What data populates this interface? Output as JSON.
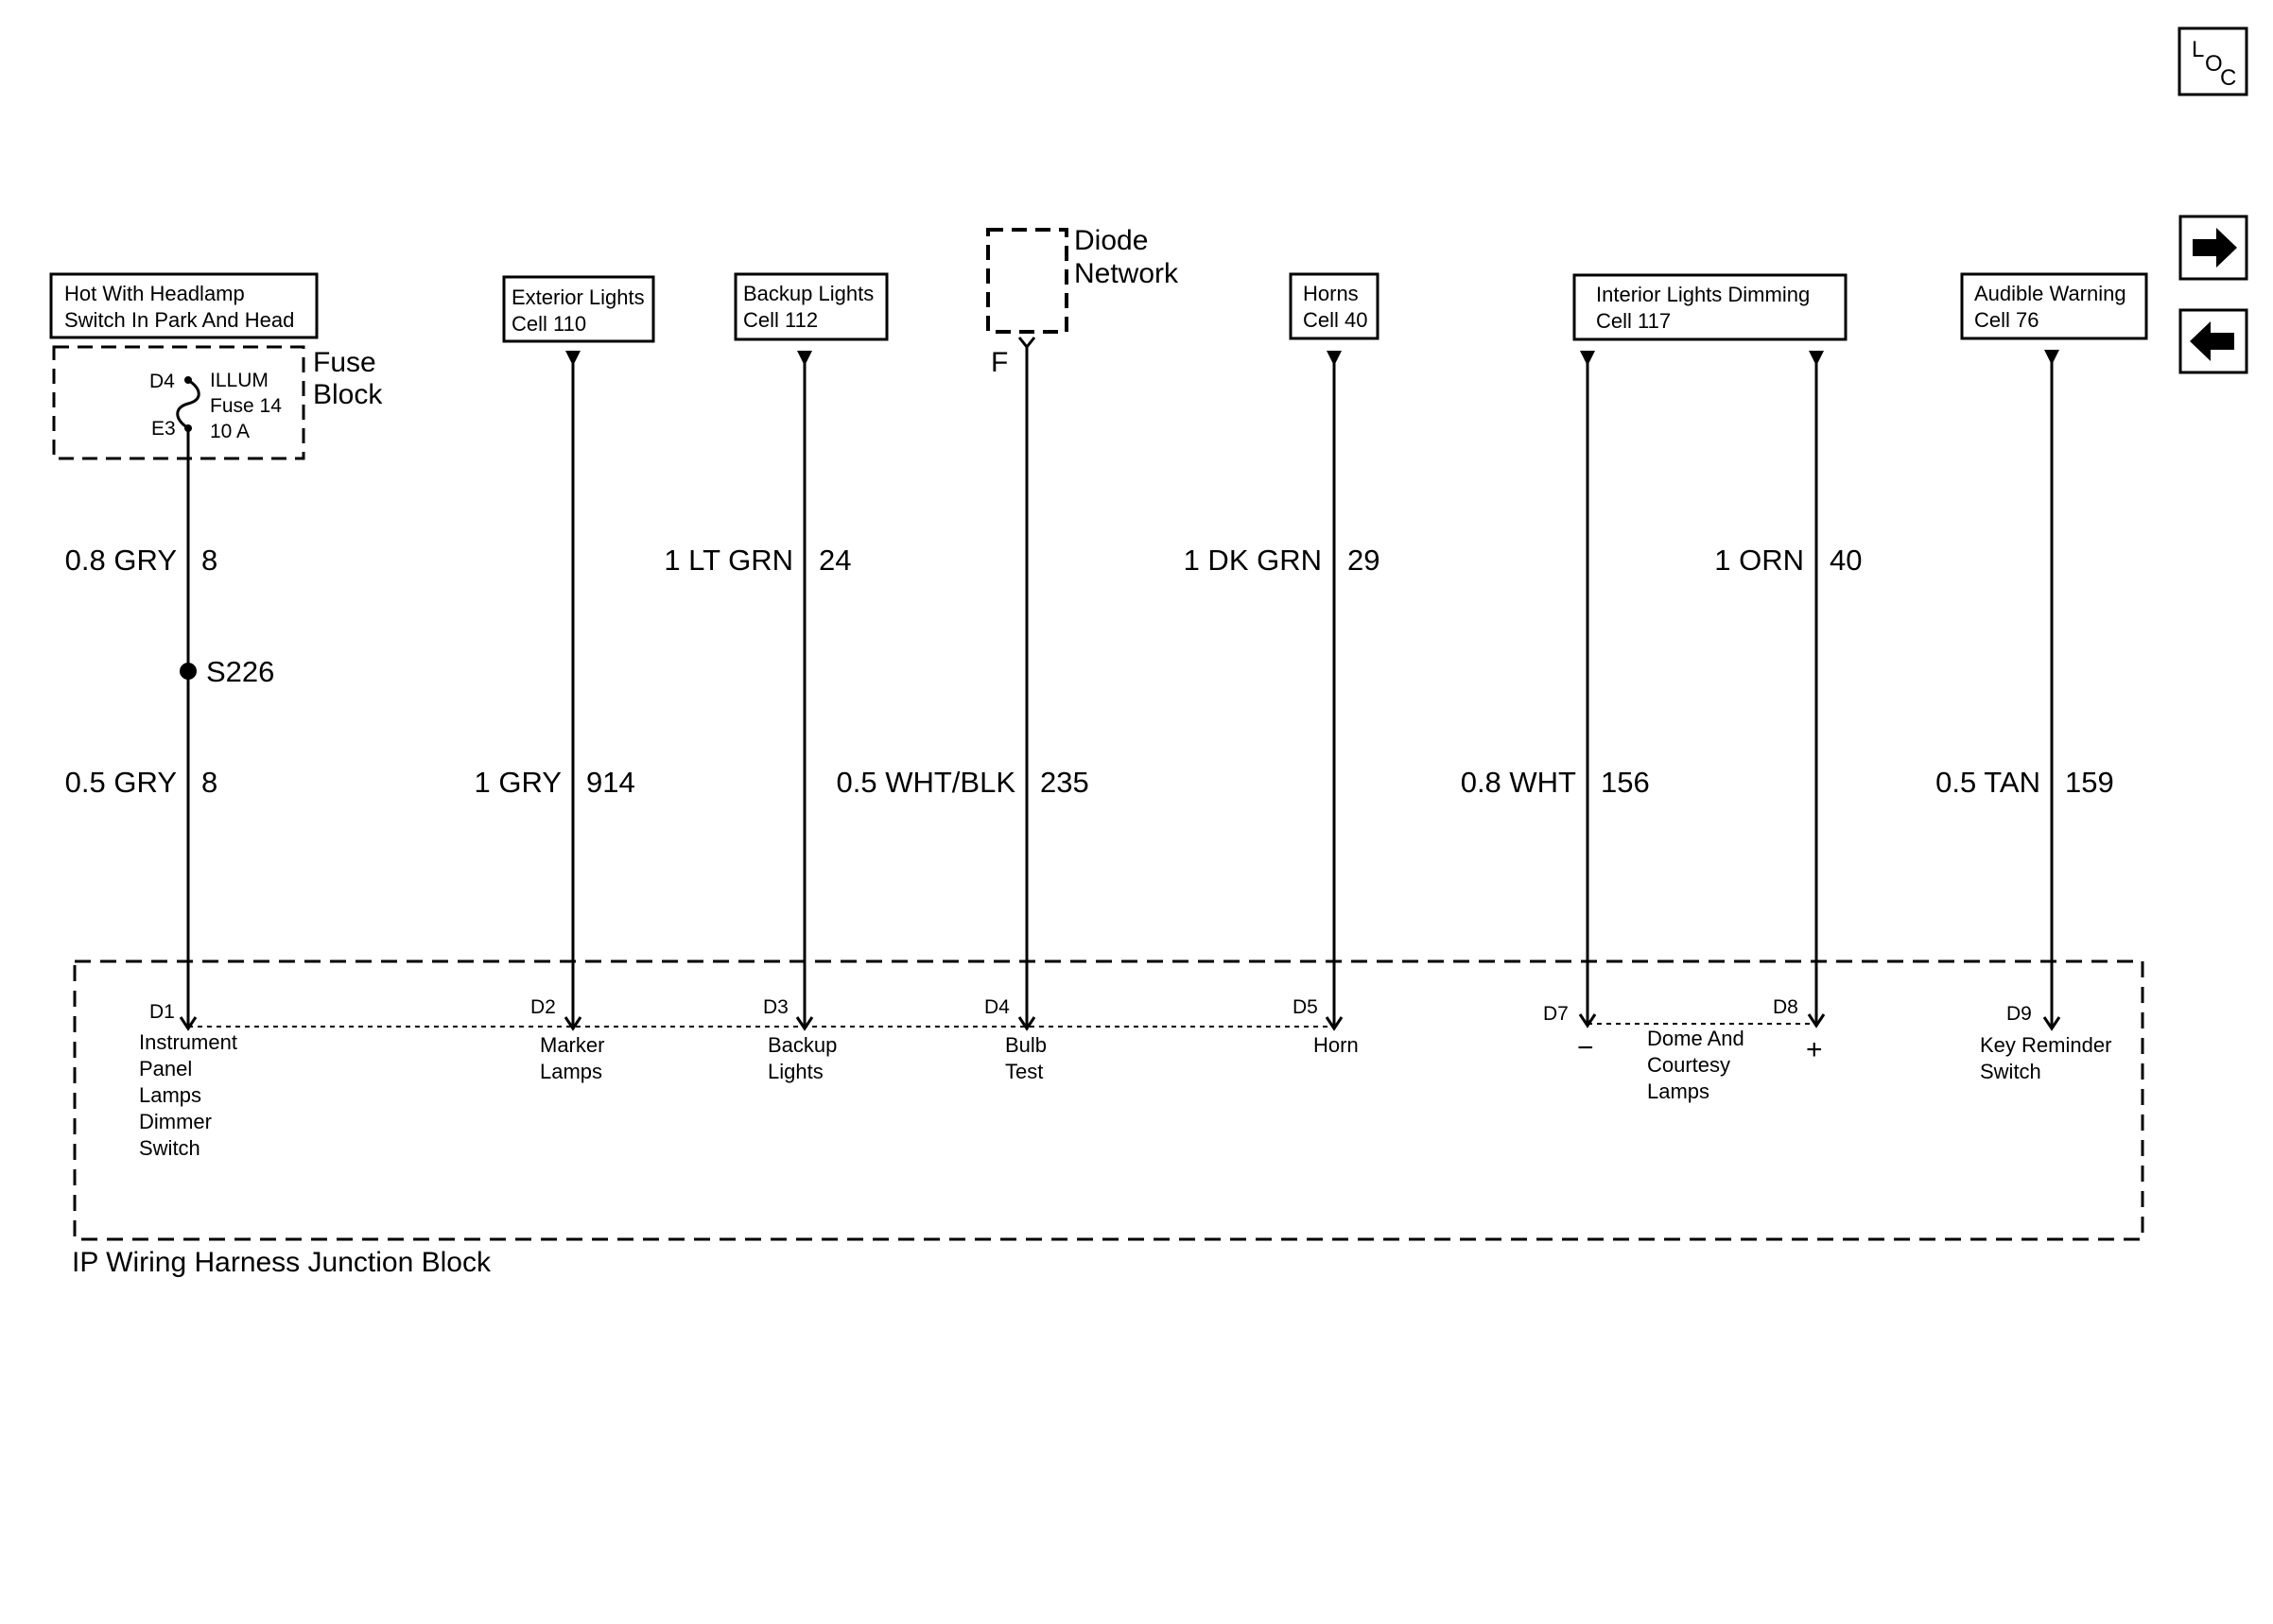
{
  "nav": {
    "loc_icon": "loc-icon",
    "loc_letters": [
      "L",
      "O",
      "C"
    ],
    "forward_icon": "arrow-right-icon",
    "back_icon": "arrow-left-icon"
  },
  "fuse_block": {
    "source_line1": "Hot With Headlamp",
    "source_line2": "Switch In Park And Head",
    "label_line1": "Fuse",
    "label_line2": "Block",
    "pin_top": "D4",
    "pin_bottom": "E3",
    "fuse_line1": "ILLUM",
    "fuse_line2": "Fuse 14",
    "fuse_line3": "10 A"
  },
  "diode": {
    "label_line1": "Diode",
    "label_line2": "Network",
    "pin": "F"
  },
  "splice": {
    "label": "S226"
  },
  "refs": {
    "exterior": {
      "line1": "Exterior Lights",
      "line2": "Cell 110"
    },
    "backup": {
      "line1": "Backup Lights",
      "line2": "Cell 112"
    },
    "horns": {
      "line1": "Horns",
      "line2": "Cell 40"
    },
    "interior": {
      "line1": "Interior Lights Dimming",
      "line2": "Cell 117"
    },
    "audible": {
      "line1": "Audible Warning",
      "line2": "Cell 76"
    }
  },
  "wires": {
    "w1_upper": {
      "spec": "0.8 GRY",
      "circuit": "8"
    },
    "w1_lower": {
      "spec": "0.5 GRY",
      "circuit": "8"
    },
    "w2": {
      "spec": "1 GRY",
      "circuit": "914"
    },
    "w3": {
      "spec": "1 LT GRN",
      "circuit": "24"
    },
    "w4": {
      "spec": "0.5 WHT/BLK",
      "circuit": "235"
    },
    "w5": {
      "spec": "1 DK GRN",
      "circuit": "29"
    },
    "w7": {
      "spec": "0.8 WHT",
      "circuit": "156"
    },
    "w8": {
      "spec": "1 ORN",
      "circuit": "40"
    },
    "w9": {
      "spec": "0.5 TAN",
      "circuit": "159"
    }
  },
  "junction": {
    "title": "IP Wiring Harness Junction Block",
    "pins": {
      "d1": "D1",
      "d2": "D2",
      "d3": "D3",
      "d4": "D4",
      "d5": "D5",
      "d7": "D7",
      "d8": "D8",
      "d9": "D9"
    },
    "dest": {
      "d1": [
        "Instrument",
        "Panel",
        "Lamps",
        "Dimmer",
        "Switch"
      ],
      "d2": [
        "Marker",
        "Lamps"
      ],
      "d3": [
        "Backup",
        "Lights"
      ],
      "d4": [
        "Bulb",
        "Test"
      ],
      "d5": [
        "Horn"
      ],
      "d78": [
        "Dome And",
        "Courtesy",
        "Lamps"
      ],
      "d9": [
        "Key Reminder",
        "Switch"
      ]
    },
    "minus": "−",
    "plus": "+"
  }
}
